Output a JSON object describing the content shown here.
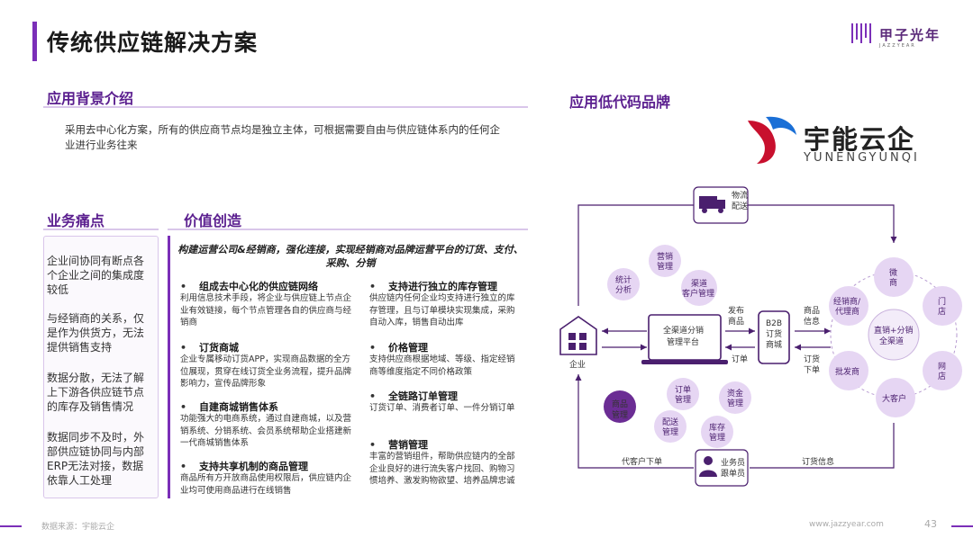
{
  "header": {
    "title": "传统供应链解决方案",
    "logo_cn": "甲子光年",
    "logo_en": "JAZZYEAR"
  },
  "background": {
    "title": "应用背景介绍",
    "text": "采用去中心化方案，所有的供应商节点均是独立主体，可根据需要自由与供应链体系内的任何企业进行业务往来"
  },
  "pain": {
    "title": "业务痛点",
    "items": [
      "企业间协同有断点各个企业之间的集成度较低",
      "与经销商的关系，仅是作为供货方，无法提供销售支持",
      "数据分散，无法了解上下游各供应链节点的库存及销售情况",
      "数据同步不及时，外部供应链协同与内部ERP无法对接，数据依靠人工处理"
    ]
  },
  "value": {
    "title": "价值创造",
    "headline": "构建运营公司&经销商，强化连接，实现经销商对品牌运营平台的订货、支付、采购、分销",
    "left": [
      {
        "t": "组成去中心化的供应链网络",
        "d": "利用信息技术手段，将企业与供应链上节点企业有效链接，每个节点管理各自的供应商与经销商"
      },
      {
        "t": "订货商城",
        "d": "企业专属移动订货APP，实现商品数据的全方位展现，贯穿在线订货全业务流程，提升品牌影响力，宣传品牌形象"
      },
      {
        "t": "自建商城销售体系",
        "d": "功能强大的电商系统，通过自建商城，以及营销系统、分销系统、会员系统帮助企业搭建新一代商城销售体系"
      },
      {
        "t": "支持共享机制的商品管理",
        "d": "商品所有方开放商品使用权限后，供应链内企业均可使用商品进行在线销售"
      }
    ],
    "right": [
      {
        "t": "支持进行独立的库存管理",
        "d": "供应链内任何企业均支持进行独立的库存管理，且与订单模块实现集成，采购自动入库，销售自动出库"
      },
      {
        "t": "价格管理",
        "d": "支持供应商根据地域、等级、指定经销商等维度指定不同价格政策"
      },
      {
        "t": "全链路订单管理",
        "d": "订货订单、消费者订单、一件分销订单"
      },
      {
        "t": "营销管理",
        "d": "丰富的营销组件，帮助供应链内的全部企业良好的进行流失客户找回、购物习惯培养、激发购物欲望、培养品牌忠诚"
      }
    ]
  },
  "brand": {
    "title": "应用低代码品牌",
    "name": "宇能云企",
    "en": "YUNENGYUNQI"
  },
  "diagram": {
    "logistics": "物流\n配送",
    "enterprise": "企业",
    "platform": "全渠道分销\n管理平台",
    "b2b": "B2B\n订货\n商城",
    "publish": "发布\n商品",
    "order": "订单",
    "goods_info": "商品\n信息",
    "order_place": "订货\n下单",
    "proxy_order": "代客户下单",
    "order_info": "订货信息",
    "salesman": "业务员\n跟单员",
    "goods_mgmt": "商品\n管理",
    "center": "直销+分销\n全渠道",
    "left_modules": [
      "统计\n分析",
      "营销\n管理",
      "渠道\n客户管理",
      "订单\n管理",
      "资金\n管理",
      "配送\n管理",
      "库存\n管理"
    ],
    "channels": [
      "微\n商",
      "门\n店",
      "网\n店",
      "大客户",
      "批发商",
      "经销商/\n代理商"
    ]
  },
  "footer": {
    "source": "数据来源：宇能云企",
    "url": "www.jazzyear.com",
    "page": "43"
  }
}
